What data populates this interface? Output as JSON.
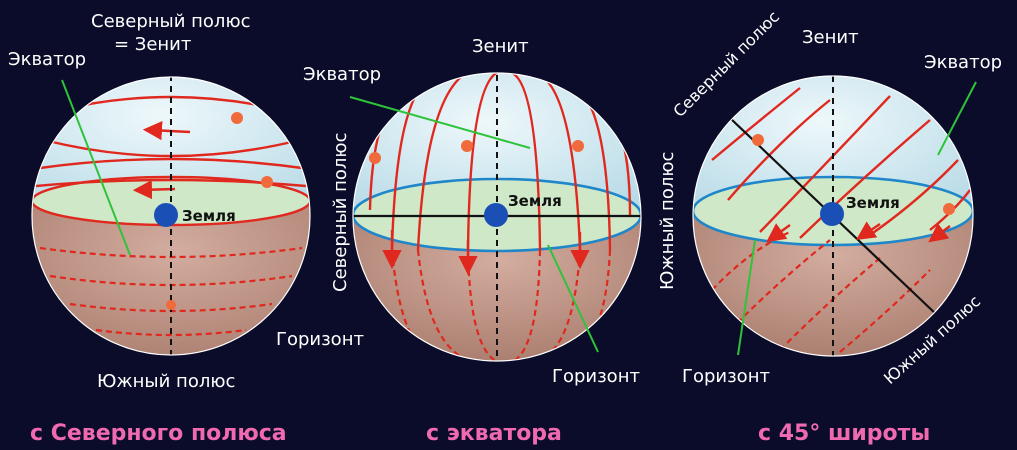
{
  "panel1": {
    "north_pole": "Северный полюс",
    "zenith_eq": "= Зенит",
    "equator": "Экватор",
    "earth": "Земля",
    "south_pole": "Южный полюс",
    "horizon": "Горизонт",
    "caption": "с Северного полюса"
  },
  "panel2": {
    "zenith": "Зенит",
    "equator": "Экватор",
    "north_pole": "Северный полюс",
    "earth": "Земля",
    "horizon": "Горизонт",
    "caption": "с экватора"
  },
  "panel3": {
    "zenith": "Зенит",
    "north_pole": "Северный полюс",
    "equator": "Экватор",
    "south_pole_left": "Южный полюс",
    "earth": "Земля",
    "south_pole_right": "Южный полюс",
    "horizon": "Горизонт",
    "caption": "с 45° широты"
  },
  "colors": {
    "background": "#0a0c2a",
    "sky": "#d6eef4",
    "ground": "#c59a8a",
    "horizon_plane": "#cfe8c8",
    "earth": "#1a4fb5",
    "orbit": "#e0281e",
    "caption": "#f06ab0"
  }
}
